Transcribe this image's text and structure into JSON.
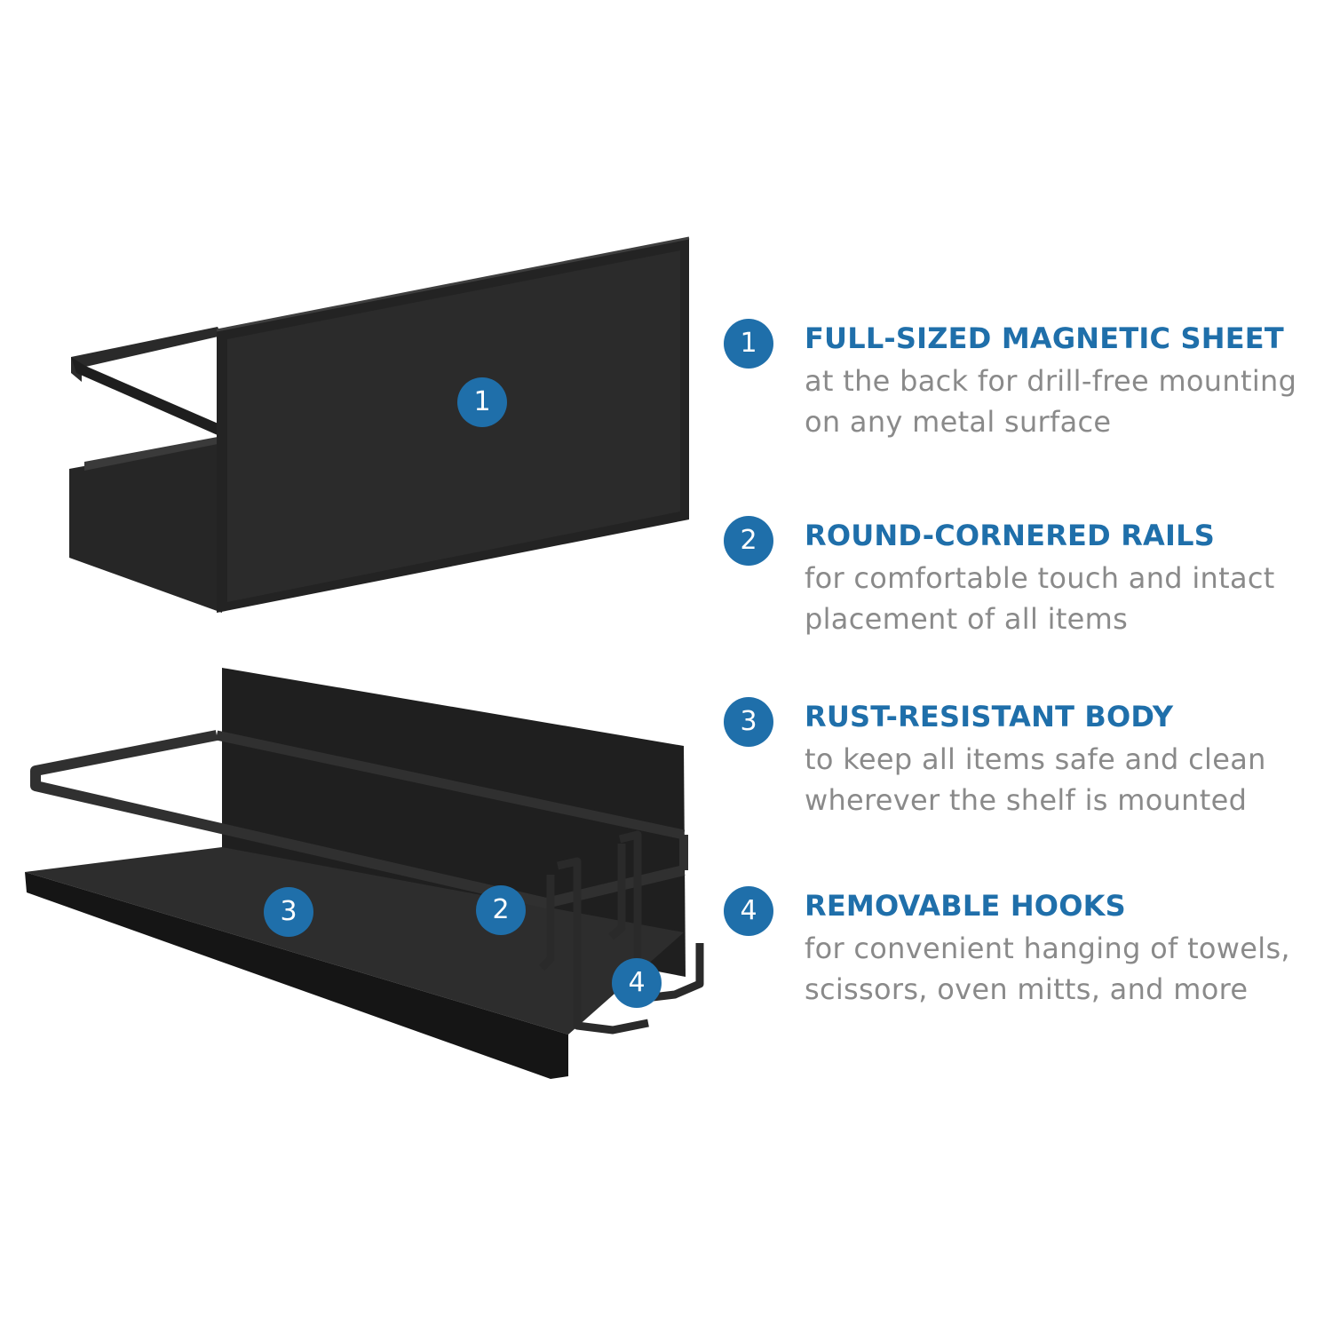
{
  "colors": {
    "accent": "#1f6faa",
    "body_text": "#8a8a8a",
    "product": "#1b1b1b",
    "background": "#ffffff"
  },
  "image_markers": [
    "1",
    "2",
    "3",
    "4"
  ],
  "features": [
    {
      "number": "1",
      "title": "FULL-SIZED MAGNETIC SHEET",
      "description_line1": "at the back for drill-free mounting",
      "description_line2": "on any metal surface"
    },
    {
      "number": "2",
      "title": "ROUND-CORNERED RAILS",
      "description_line1": "for comfortable touch and intact",
      "description_line2": "placement of all items"
    },
    {
      "number": "3",
      "title": "RUST-RESISTANT BODY",
      "description_line1": "to keep all items safe and clean",
      "description_line2": "wherever the shelf is mounted"
    },
    {
      "number": "4",
      "title": "REMOVABLE HOOKS",
      "description_line1": "for convenient hanging of towels,",
      "description_line2": "scissors, oven mitts, and more"
    }
  ]
}
